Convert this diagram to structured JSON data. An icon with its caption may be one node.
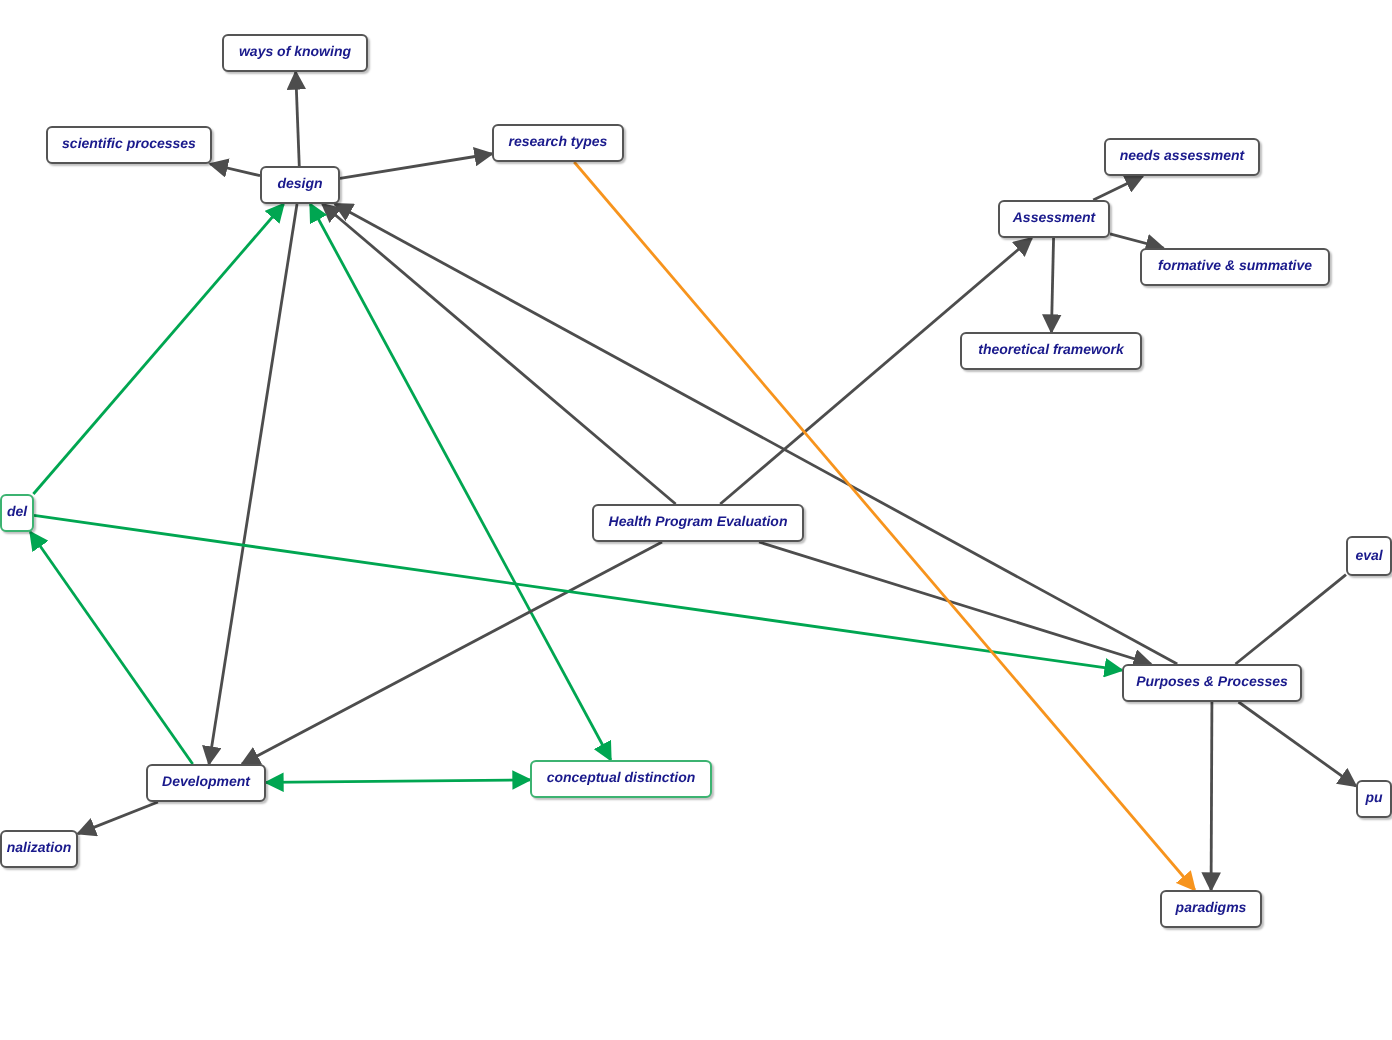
{
  "diagram": {
    "nodes": [
      {
        "text": [
          "ways of knowing"
        ]
      },
      {
        "text": [
          "scientific processes"
        ]
      },
      {
        "text": [
          "research types"
        ]
      },
      {
        "text": [
          "design"
        ]
      },
      {
        "text": [
          "needs assessment"
        ]
      },
      {
        "text": [
          "Assessment"
        ]
      },
      {
        "text": [
          "formative & summative"
        ]
      },
      {
        "text": [
          "theoretical framework"
        ]
      },
      {
        "text": [
          "del"
        ]
      },
      {
        "text": [
          "Health Program Evaluation"
        ]
      },
      {
        "text": [
          "eval"
        ]
      },
      {
        "text": [
          "Development"
        ]
      },
      {
        "text": [
          "conceptual distinction"
        ]
      },
      {
        "text": [
          "Purposes & Processes"
        ]
      },
      {
        "text": [
          "nalization"
        ]
      },
      {
        "text": [
          "pu"
        ]
      },
      {
        "text": [
          "paradigms"
        ]
      }
    ],
    "edges": [
      {
        "from": 3,
        "to": 0,
        "arrow": "to"
      },
      {
        "from": 3,
        "to": 1,
        "arrow": "to"
      },
      {
        "from": 3,
        "to": 2,
        "arrow": "to"
      },
      {
        "from": 9,
        "to": 3,
        "arrow": "to"
      },
      {
        "from": 13,
        "to": 3,
        "arrow": "to"
      },
      {
        "from": 8,
        "to": 3,
        "arrow": "to",
        "color": "#00a651"
      },
      {
        "from": 3,
        "to": 12,
        "arrow": "both",
        "color": "#00a651"
      },
      {
        "from": 3,
        "to": 11,
        "arrow": "to"
      },
      {
        "from": 9,
        "to": 11,
        "arrow": "to"
      },
      {
        "from": 9,
        "to": 5,
        "arrow": "to"
      },
      {
        "from": 9,
        "to": 13,
        "arrow": "to"
      },
      {
        "from": 8,
        "to": 13,
        "arrow": "to",
        "color": "#00a651"
      },
      {
        "from": 11,
        "to": 8,
        "arrow": "to",
        "color": "#00a651"
      },
      {
        "from": 11,
        "to": 12,
        "arrow": "both",
        "color": "#00a651"
      },
      {
        "from": 11,
        "to": 14,
        "arrow": "to"
      },
      {
        "from": 2,
        "to": 16,
        "arrow": "to",
        "color": "#f7941d"
      },
      {
        "from": 5,
        "to": 4,
        "arrow": "to"
      },
      {
        "from": 5,
        "to": 6,
        "arrow": "to"
      },
      {
        "from": 5,
        "to": 7,
        "arrow": "to"
      },
      {
        "from": 13,
        "to": 10,
        "arrow": "none"
      },
      {
        "from": 13,
        "to": 15,
        "arrow": "to"
      },
      {
        "from": 13,
        "to": 16,
        "arrow": "to"
      }
    ]
  }
}
